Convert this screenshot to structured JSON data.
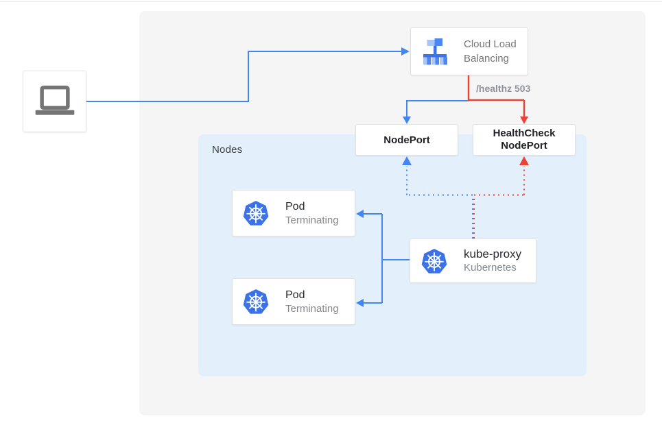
{
  "colors": {
    "blue": "#4285f4",
    "red": "#e94335",
    "k8s_blue": "#3b72e8",
    "icon_gray": "#757575",
    "lb_light_blue": "#a9c6f8",
    "lb_mid_blue": "#4d87f2",
    "nodes_bg": "#e3f0fc",
    "panel_bg": "#f5f5f5"
  },
  "nodes_panel": {
    "label": "Nodes"
  },
  "cloud_lb": {
    "line1": "Cloud Load",
    "line2": "Balancing"
  },
  "healthz_label": "/healthz 503",
  "nodeport": {
    "label": "NodePort"
  },
  "healthcheck_nodeport": {
    "line1": "HealthCheck",
    "line2": "NodePort"
  },
  "pods": [
    {
      "title": "Pod",
      "subtitle": "Terminating"
    },
    {
      "title": "Pod",
      "subtitle": "Terminating"
    }
  ],
  "kube_proxy": {
    "title": "kube-proxy",
    "subtitle": "Kubernetes"
  }
}
